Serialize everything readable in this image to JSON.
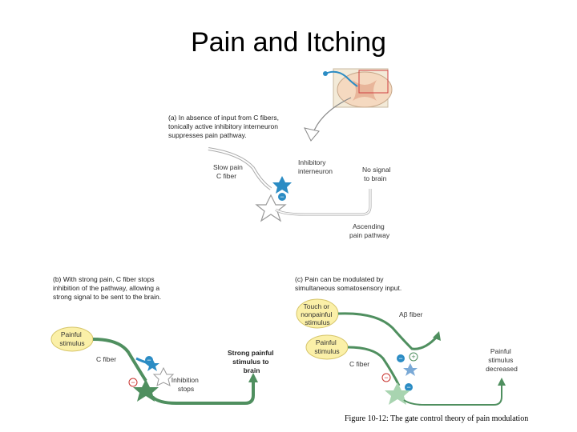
{
  "slide": {
    "title": "Pain and Itching"
  },
  "panel_a": {
    "caption": [
      "(a) In absence of input from C fibers,",
      "tonically active inhibitory interneuron",
      "suppresses pain pathway."
    ],
    "label_slow_pain": [
      "Slow pain",
      "C fiber"
    ],
    "label_inhibitory": [
      "Inhibitory",
      "interneuron"
    ],
    "label_no_signal": [
      "No signal",
      "to brain"
    ],
    "label_ascending": [
      "Ascending",
      "pain pathway"
    ]
  },
  "panel_b": {
    "caption": [
      "(b) With strong pain, C fiber stops",
      "inhibition of the pathway, allowing a",
      "strong signal to be sent to the brain."
    ],
    "label_stimulus": [
      "Painful",
      "stimulus"
    ],
    "label_c_fiber": "C fiber",
    "label_strong": [
      "Strong painful",
      "stimulus to",
      "brain"
    ],
    "label_inhibition": [
      "Inhibition",
      "stops"
    ]
  },
  "panel_c": {
    "caption": [
      "(c) Pain can be modulated by",
      "simultaneous somatosensory input."
    ],
    "label_touch": [
      "Touch or",
      "nonpainful",
      "stimulus"
    ],
    "label_abeta": "Aβ fiber",
    "label_stimulus": [
      "Painful",
      "stimulus"
    ],
    "label_c_fiber": "C fiber",
    "label_decreased": [
      "Painful",
      "stimulus",
      "decreased"
    ]
  },
  "figure_caption": "Figure 10-12: The gate control theory of pain modulation",
  "colors": {
    "pathway_green": "#4f8f5f",
    "c_fiber_blue": "#2b8cc4",
    "stimulus_yellow": "#fbf0a8",
    "inhibit_red": "#c8322d"
  }
}
